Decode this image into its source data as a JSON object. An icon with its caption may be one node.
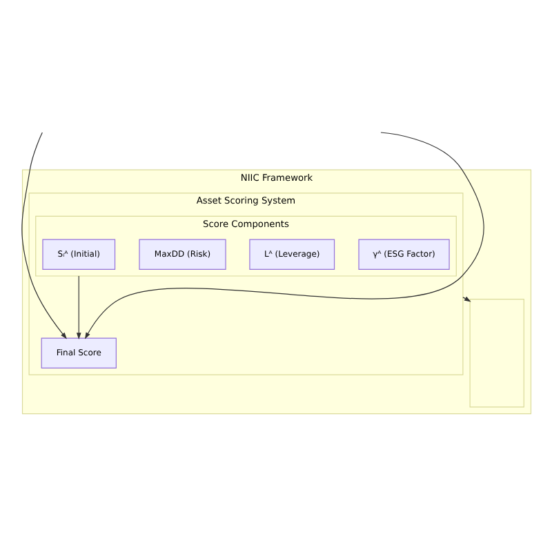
{
  "diagram": {
    "nodes": [
      {
        "text": [
          "NIIC Framework"
        ]
      },
      {
        "text": [
          "Asset Scoring System"
        ],
        "in": 0
      },
      {
        "text": [
          "Score Components"
        ],
        "in": 1
      },
      {
        "text": [
          "Sᵢᴬ (Initial)"
        ],
        "in": 2
      },
      {
        "text": [
          "MaxDD (Risk)"
        ],
        "in": 2
      },
      {
        "text": [
          "Lᴬ (Leverage)"
        ],
        "in": 2
      },
      {
        "text": [
          "γᴬ (ESG Factor)"
        ],
        "in": 2
      },
      {
        "text": [
          "Final Score"
        ],
        "in": 1
      },
      {
        "text": [],
        "shape": "box",
        "in": 0
      }
    ],
    "edges": [
      {
        "from": 2,
        "to": 7,
        "arrow": "to"
      },
      {
        "from": null,
        "to": 7,
        "arrow": "to"
      },
      {
        "from": null,
        "to": 7,
        "arrow": "to"
      },
      {
        "from": 1,
        "to": 8,
        "arrow": "to"
      }
    ]
  }
}
